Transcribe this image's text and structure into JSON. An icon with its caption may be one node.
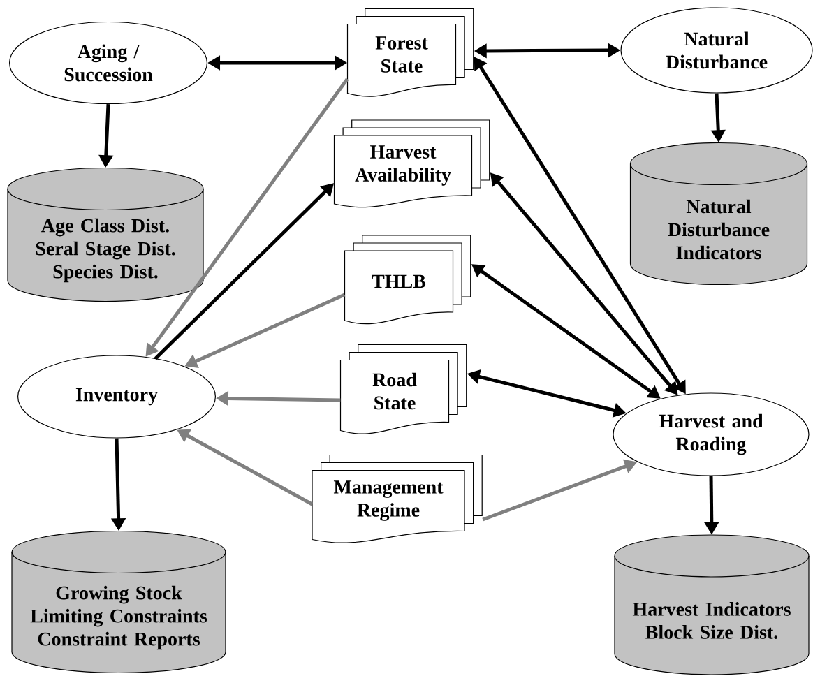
{
  "diagram": {
    "nodes": [
      {
        "text": [
          "Aging / Succession"
        ]
      },
      {
        "text": [
          "Forest State"
        ]
      },
      {
        "text": [
          "Natural Disturbance"
        ]
      },
      {
        "text": [
          "Age Class Dist.",
          "Seral Stage Dist.",
          "Species Dist."
        ]
      },
      {
        "text": [
          "Harvest Availability"
        ]
      },
      {
        "text": [
          "Natural Disturbance Indicators"
        ]
      },
      {
        "text": [
          "THLB"
        ]
      },
      {
        "text": [
          "Inventory"
        ]
      },
      {
        "text": [
          "Road State"
        ]
      },
      {
        "text": [
          "Harvest and Roading"
        ]
      },
      {
        "text": [
          "Management Regime"
        ]
      },
      {
        "text": [
          "Growing Stock",
          "Limiting Constraints",
          "Constraint Reports"
        ]
      },
      {
        "text": [
          "Harvest Indicators",
          "Block Size Dist."
        ]
      }
    ],
    "edges": [
      {
        "from": 0,
        "to": 1,
        "arrow": "both"
      },
      {
        "from": 1,
        "to": 2,
        "arrow": "both"
      },
      {
        "from": 0,
        "to": 3,
        "arrow": "to"
      },
      {
        "from": 2,
        "to": 5,
        "arrow": "to"
      },
      {
        "from": 1,
        "to": 7,
        "arrow": "to",
        "color": "#808080"
      },
      {
        "from": 7,
        "to": 4,
        "arrow": "to"
      },
      {
        "from": 4,
        "to": 9,
        "arrow": "both"
      },
      {
        "from": 1,
        "to": 9,
        "arrow": "both"
      },
      {
        "from": 6,
        "to": 9,
        "arrow": "both"
      },
      {
        "from": 8,
        "to": 9,
        "arrow": "both"
      },
      {
        "from": 6,
        "to": 7,
        "arrow": "to",
        "color": "#808080"
      },
      {
        "from": 8,
        "to": 7,
        "arrow": "to",
        "color": "#808080"
      },
      {
        "from": 10,
        "to": 7,
        "arrow": "to",
        "color": "#808080"
      },
      {
        "from": 10,
        "to": 9,
        "arrow": "to",
        "color": "#808080"
      },
      {
        "from": 7,
        "to": 11,
        "arrow": "to"
      },
      {
        "from": 9,
        "to": 12,
        "arrow": "to"
      }
    ]
  }
}
